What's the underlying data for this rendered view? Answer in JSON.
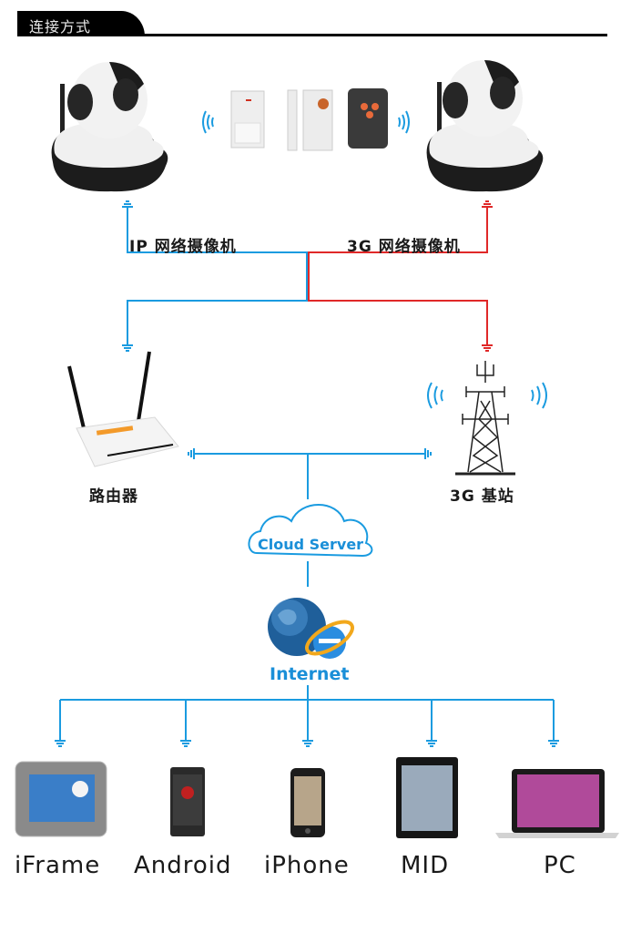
{
  "header": {
    "title": "连接方式"
  },
  "colors": {
    "blue_line": "#1a9be0",
    "red_line": "#e02828",
    "text": "#1a1a1a",
    "cloud_text": "#1a8fd8"
  },
  "cameras": {
    "left_label": "IP 网络摄像机",
    "right_label": "3G 网络摄像机"
  },
  "sensors": [
    {
      "name": "PIR motion sensor"
    },
    {
      "name": "door/window sensor"
    },
    {
      "name": "remote control"
    }
  ],
  "network": {
    "router_label": "路由器",
    "tower_label": "3G 基站",
    "cloud_label": "Cloud Server",
    "internet_label": "Internet"
  },
  "devices": [
    {
      "label": "iFrame"
    },
    {
      "label": "Android"
    },
    {
      "label": "iPhone"
    },
    {
      "label": "MID"
    },
    {
      "label": "PC"
    }
  ]
}
